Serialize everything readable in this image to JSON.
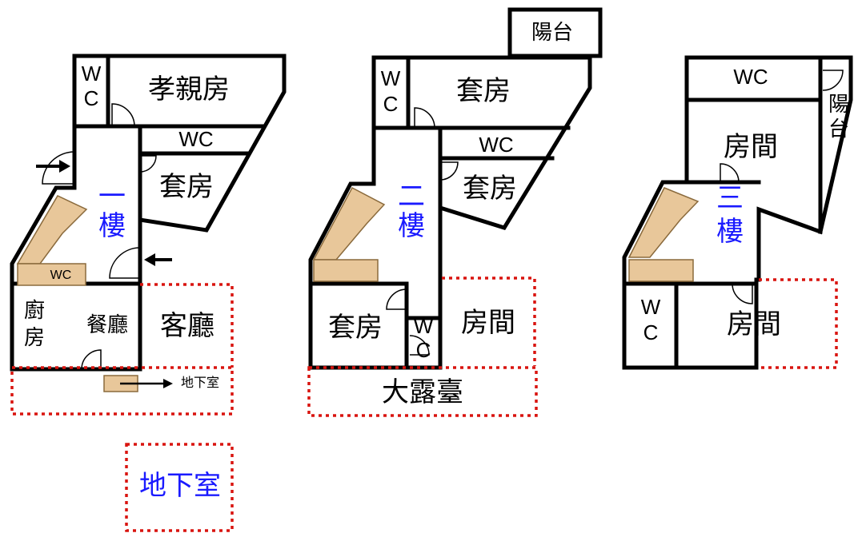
{
  "floor1": {
    "title": "一樓",
    "rooms": {
      "wc_top": "WC",
      "parent_room": "孝親房",
      "wc_mid": "WC",
      "suite": "套房",
      "wc_stair": "WC",
      "kitchen": "廚房",
      "dining": "餐廳",
      "living": "客廳",
      "basement_arrow": "地下室"
    }
  },
  "floor2": {
    "title": "二樓",
    "rooms": {
      "balcony": "陽台",
      "wc_top": "WC",
      "suite_top": "套房",
      "wc_mid": "WC",
      "suite_mid": "套房",
      "suite_bottom": "套房",
      "wc_bottom": "WC",
      "room": "房間",
      "terrace": "大露臺"
    }
  },
  "floor3": {
    "title": "三樓",
    "rooms": {
      "wc_top": "WC",
      "balcony": "陽台",
      "room_top": "房間",
      "wc_bottom": "WC",
      "room_bottom": "房間"
    }
  },
  "basement": {
    "title": "地下室"
  },
  "colors": {
    "wall": "#000000",
    "dashed": "#d9140f",
    "title": "#1a1aff",
    "stair": "#e8c79a"
  }
}
